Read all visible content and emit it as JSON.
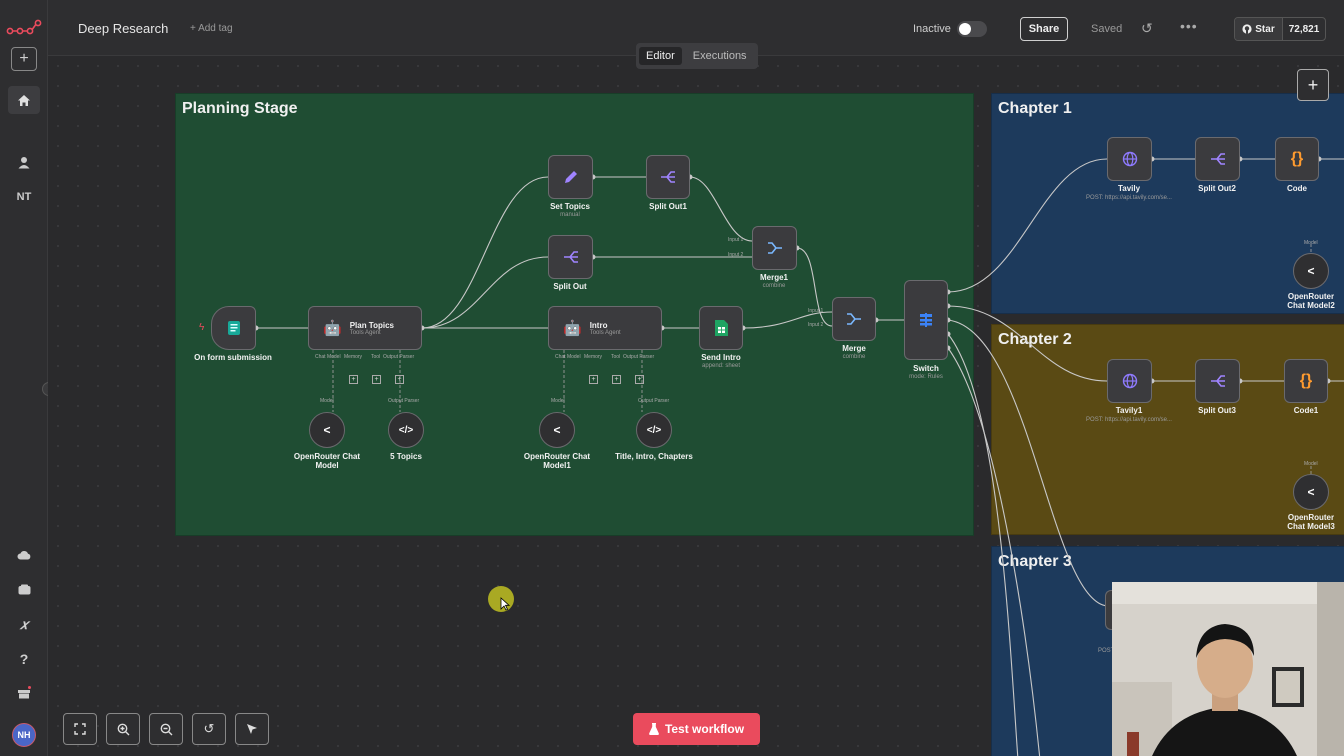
{
  "workflow": {
    "title": "Deep Research",
    "add_tag": "+ Add tag"
  },
  "header": {
    "inactive_label": "Inactive",
    "share_label": "Share",
    "saved_label": "Saved",
    "star_label": "Star",
    "star_count": "72,821"
  },
  "tabs": {
    "editor": "Editor",
    "executions": "Executions"
  },
  "sidebar": {
    "initials": "NT",
    "avatar": "NH"
  },
  "stickies": {
    "planning": "Planning Stage",
    "chapter1": "Chapter 1",
    "chapter2": "Chapter 2",
    "chapter3": "Chapter 3"
  },
  "nodes": {
    "form": {
      "label": "On form submission"
    },
    "plan_topics": {
      "title": "Plan Topics",
      "sub": "Tools Agent",
      "p1": "Chat Model",
      "p2": "Memory",
      "p3": "Tool",
      "p4": "Output Parser"
    },
    "set_topics": {
      "label": "Set Topics",
      "sub": "manual"
    },
    "split_out1": {
      "label": "Split Out1"
    },
    "split_out": {
      "label": "Split Out"
    },
    "merge1": {
      "label": "Merge1",
      "sub": "combine",
      "in1": "Input 1",
      "in2": "Input 2"
    },
    "intro": {
      "title": "Intro",
      "sub": "Tools Agent",
      "p1": "Chat Model",
      "p2": "Memory",
      "p3": "Tool",
      "p4": "Output Parser"
    },
    "send_intro": {
      "label": "Send Intro",
      "sub": "append: sheet"
    },
    "merge": {
      "label": "Merge",
      "sub": "combine",
      "in1": "Input 1",
      "in2": "Input 2"
    },
    "switch": {
      "label": "Switch",
      "sub": "mode: Rules"
    },
    "or_model": {
      "label": "OpenRouter Chat Model",
      "port": "Model"
    },
    "topics5": {
      "label": "5 Topics",
      "port": "Output Parser"
    },
    "or_model1": {
      "label": "OpenRouter Chat Model1",
      "port": "Model"
    },
    "tic": {
      "label": "Title, Intro, Chapters",
      "port": "Output Parser"
    },
    "tavily": {
      "label": "Tavily",
      "sub": "POST: https://api.tavily.com/se..."
    },
    "split_out2": {
      "label": "Split Out2"
    },
    "code": {
      "label": "Code"
    },
    "or_model2": {
      "label": "OpenRouter Chat Model2",
      "port": "Model"
    },
    "tavily1": {
      "label": "Tavily1",
      "sub": "POST: https://api.tavily.com/se..."
    },
    "split_out3": {
      "label": "Split Out3"
    },
    "code1": {
      "label": "Code1"
    },
    "or_model3": {
      "label": "OpenRouter Chat Model3",
      "port": "Model"
    },
    "ch3_post": {
      "sub": "POST: http"
    }
  },
  "footer": {
    "test_workflow": "Test workflow"
  },
  "colors": {
    "planning": "#1f4d33",
    "chapter_blue": "#1d3a5c",
    "chapter_olive": "#5a4a14",
    "accent": "#ea4b5d"
  }
}
